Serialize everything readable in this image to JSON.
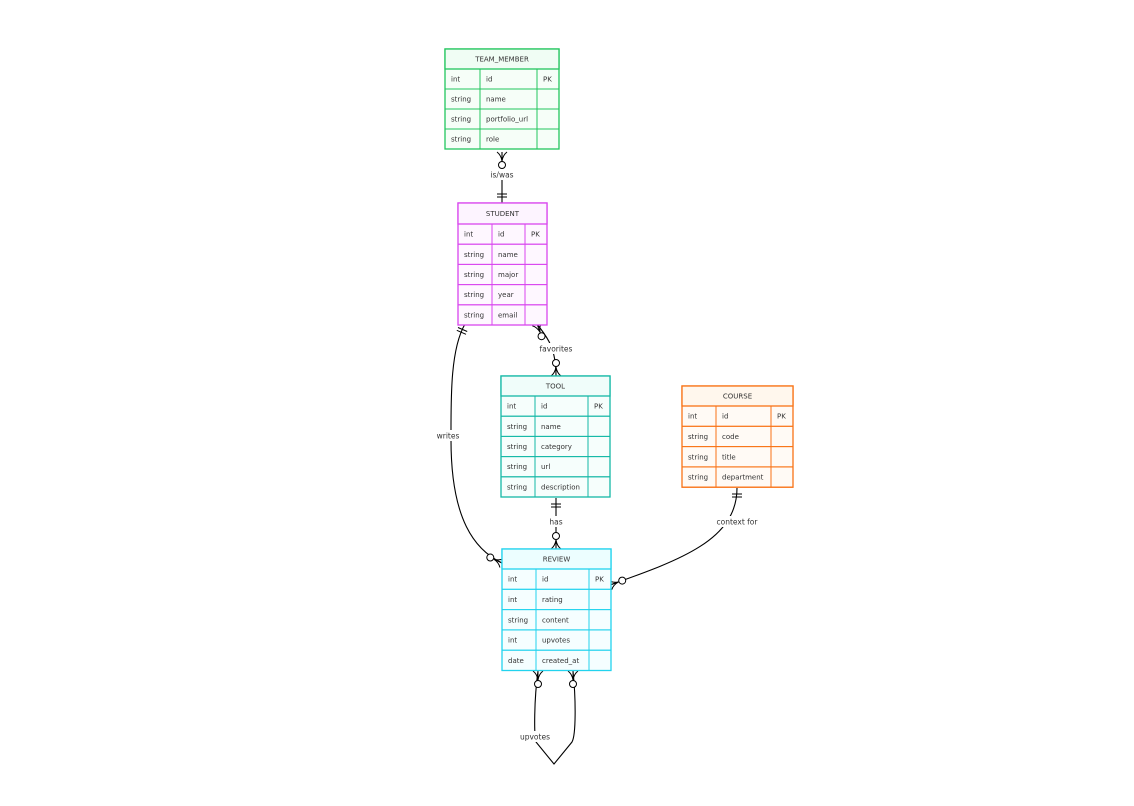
{
  "diagram": {
    "type": "er",
    "entities": [
      {
        "key": "team_member",
        "name": "TEAM_MEMBER",
        "color": "#22c55e",
        "fill_header": "#f0fdf4",
        "fill_row": "#f6fef8",
        "attributes": [
          {
            "type": "int",
            "name": "id",
            "key": "PK"
          },
          {
            "type": "string",
            "name": "name",
            "key": ""
          },
          {
            "type": "string",
            "name": "portfolio_url",
            "key": ""
          },
          {
            "type": "string",
            "name": "role",
            "key": ""
          }
        ]
      },
      {
        "key": "student",
        "name": "STUDENT",
        "color": "#d946ef",
        "fill_header": "#fdf4ff",
        "fill_row": "#fef7ff",
        "attributes": [
          {
            "type": "int",
            "name": "id",
            "key": "PK"
          },
          {
            "type": "string",
            "name": "name",
            "key": ""
          },
          {
            "type": "string",
            "name": "major",
            "key": ""
          },
          {
            "type": "string",
            "name": "year",
            "key": ""
          },
          {
            "type": "string",
            "name": "email",
            "key": ""
          }
        ]
      },
      {
        "key": "tool",
        "name": "TOOL",
        "color": "#14b8a6",
        "fill_header": "#f0fdfa",
        "fill_row": "#f6fefc",
        "attributes": [
          {
            "type": "int",
            "name": "id",
            "key": "PK"
          },
          {
            "type": "string",
            "name": "name",
            "key": ""
          },
          {
            "type": "string",
            "name": "category",
            "key": ""
          },
          {
            "type": "string",
            "name": "url",
            "key": ""
          },
          {
            "type": "string",
            "name": "description",
            "key": ""
          }
        ]
      },
      {
        "key": "course",
        "name": "COURSE",
        "color": "#f97316",
        "fill_header": "#fff7ed",
        "fill_row": "#fffaf5",
        "attributes": [
          {
            "type": "int",
            "name": "id",
            "key": "PK"
          },
          {
            "type": "string",
            "name": "code",
            "key": ""
          },
          {
            "type": "string",
            "name": "title",
            "key": ""
          },
          {
            "type": "string",
            "name": "department",
            "key": ""
          }
        ]
      },
      {
        "key": "review",
        "name": "REVIEW",
        "color": "#22d3ee",
        "fill_header": "#ecfeff",
        "fill_row": "#f5feff",
        "attributes": [
          {
            "type": "int",
            "name": "id",
            "key": "PK"
          },
          {
            "type": "int",
            "name": "rating",
            "key": ""
          },
          {
            "type": "string",
            "name": "content",
            "key": ""
          },
          {
            "type": "int",
            "name": "upvotes",
            "key": ""
          },
          {
            "type": "date",
            "name": "created_at",
            "key": ""
          }
        ]
      }
    ],
    "relationships": [
      {
        "from": "team_member",
        "to": "student",
        "label": "is/was",
        "from_card": "zero-or-many",
        "to_card": "exactly-one"
      },
      {
        "from": "student",
        "to": "tool",
        "label": "favorites",
        "from_card": "zero-or-many",
        "to_card": "zero-or-many"
      },
      {
        "from": "student",
        "to": "review",
        "label": "writes",
        "from_card": "exactly-one",
        "to_card": "zero-or-many"
      },
      {
        "from": "tool",
        "to": "review",
        "label": "has",
        "from_card": "exactly-one",
        "to_card": "zero-or-many"
      },
      {
        "from": "course",
        "to": "review",
        "label": "context for",
        "from_card": "exactly-one",
        "to_card": "zero-or-many"
      },
      {
        "from": "review",
        "to": "review",
        "label": "upvotes",
        "from_card": "zero-or-many",
        "to_card": "zero-or-many"
      }
    ]
  }
}
